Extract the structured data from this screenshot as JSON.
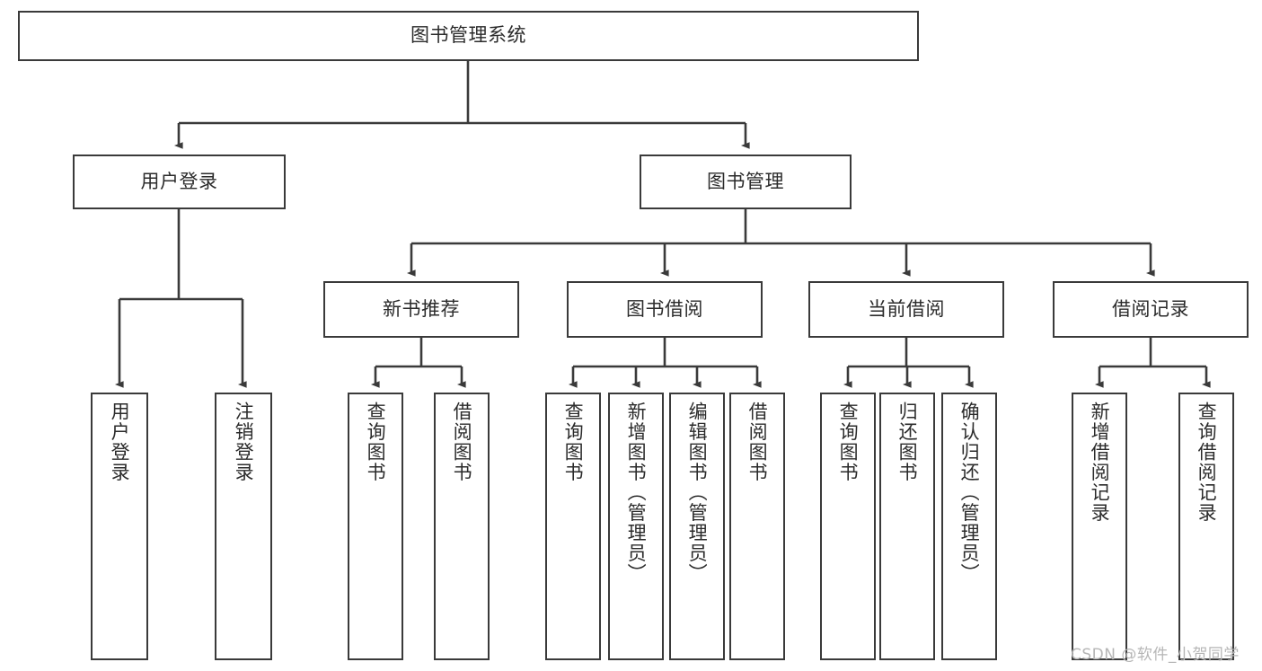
{
  "diagram": {
    "title": "图书管理系统",
    "type": "hierarchy-tree",
    "stroke_color": "#3a3a3a",
    "box_fill": "#ffffff",
    "text_color": "#2b2b2b",
    "watermark_color": "#b6b6b6"
  },
  "nodes": {
    "root": {
      "label": "图书管理系统"
    },
    "level2": [
      {
        "id": "user-login",
        "label": "用户登录"
      },
      {
        "id": "book-management",
        "label": "图书管理"
      }
    ],
    "level3": [
      {
        "id": "new-book-recommend",
        "label": "新书推荐"
      },
      {
        "id": "book-borrow",
        "label": "图书借阅"
      },
      {
        "id": "current-borrow",
        "label": "当前借阅"
      },
      {
        "id": "borrow-record",
        "label": "借阅记录"
      }
    ],
    "leaves": {
      "user_login": [
        {
          "id": "leaf-user-login",
          "label": "用户登录"
        },
        {
          "id": "leaf-logout-login",
          "label": "注销登录"
        }
      ],
      "new_book_recommend": [
        {
          "id": "leaf-query-book-1",
          "label": "查询图书"
        },
        {
          "id": "leaf-borrow-book-1",
          "label": "借阅图书"
        }
      ],
      "book_borrow": [
        {
          "id": "leaf-query-book-2",
          "label": "查询图书"
        },
        {
          "id": "leaf-add-book",
          "label": "新增图书（管理员）"
        },
        {
          "id": "leaf-edit-book",
          "label": "编辑图书（管理员）"
        },
        {
          "id": "leaf-borrow-book-2",
          "label": "借阅图书"
        }
      ],
      "current_borrow": [
        {
          "id": "leaf-query-book-3",
          "label": "查询图书"
        },
        {
          "id": "leaf-return-book",
          "label": "归还图书"
        },
        {
          "id": "leaf-confirm-return",
          "label": "确认归还（管理员）"
        }
      ],
      "borrow_record": [
        {
          "id": "leaf-add-borrow-record",
          "label": "新增借阅记录"
        },
        {
          "id": "leaf-query-borrow-record",
          "label": "查询借阅记录"
        }
      ]
    }
  },
  "watermark": {
    "text": "CSDN @软件_小贺同学"
  }
}
